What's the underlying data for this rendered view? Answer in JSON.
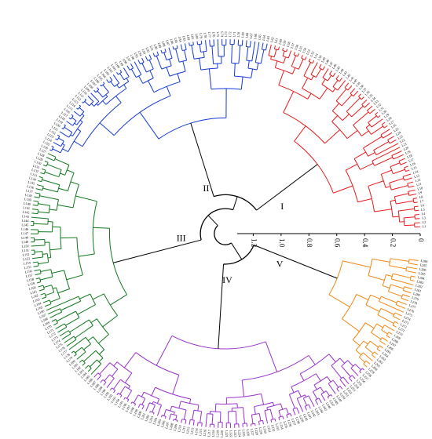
{
  "colors": {
    "I": "#e8191c",
    "II": "#1539d6",
    "III": "#11781d",
    "IV": "#9932cc",
    "V": "#f08712",
    "root": "#000000"
  },
  "scale": {
    "ticks": [
      "0",
      "0.2",
      "0.4",
      "0.6",
      "0.8",
      "1.0",
      "1.2"
    ],
    "max": 1.4
  },
  "clusters": [
    {
      "id": "I",
      "label": "I",
      "color_key": "I",
      "leaf_from": 1,
      "leaf_to": 62,
      "height": 0.85
    },
    {
      "id": "II",
      "label": "II",
      "color_key": "II",
      "leaf_from": 63,
      "leaf_to": 126,
      "height": 0.98
    },
    {
      "id": "III",
      "label": "III",
      "color_key": "III",
      "leaf_from": 127,
      "leaf_to": 185,
      "height": 1.02
    },
    {
      "id": "IV",
      "label": "IV",
      "color_key": "IV",
      "leaf_from": 186,
      "leaf_to": 258,
      "height": 1.0
    },
    {
      "id": "V",
      "label": "V",
      "color_key": "V",
      "leaf_from": 259,
      "leaf_to": 288,
      "height": 0.82
    }
  ],
  "leaf_prefix": "L"
}
